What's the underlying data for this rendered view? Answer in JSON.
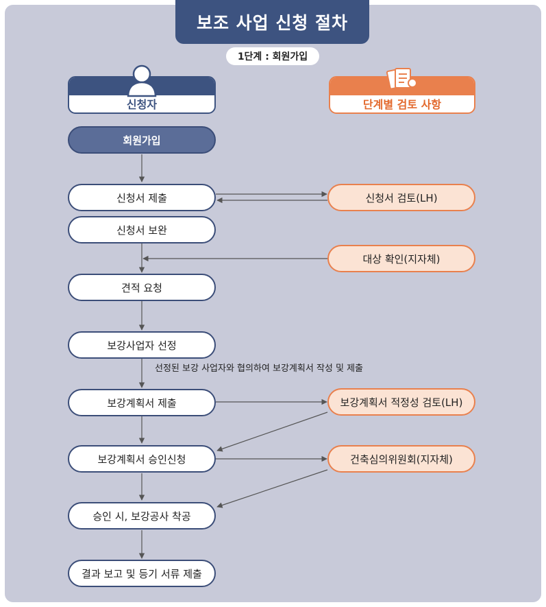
{
  "title": "보조 사업 신청 절차",
  "stage": "1단계 : 회원가입",
  "applicant": {
    "label": "신청자",
    "icon": "person-icon"
  },
  "review": {
    "label": "단계별 검토 사항",
    "icon": "documents-icon"
  },
  "steps": [
    "회원가입",
    "신청서 제출",
    "신청서 보완",
    "견적 요청",
    "보강사업자 선정",
    "보강계획서 제출",
    "보강계획서 승인신청",
    "승인 시, 보강공사 착공",
    "결과 보고 및 등기 서류 제출"
  ],
  "reviews": [
    "신청서 검토(LH)",
    "대상 확인(지자체)",
    "보강계획서 적정성 검토(LH)",
    "건축심의위원회(지자체)"
  ],
  "note": "선정된 보강 사업자와 협의하여 보강계획서 작성 및 제출",
  "colors": {
    "navy": "#3d5380",
    "orange": "#e9804d",
    "peach": "#fbe3d4",
    "panel": "#c8cad9"
  }
}
